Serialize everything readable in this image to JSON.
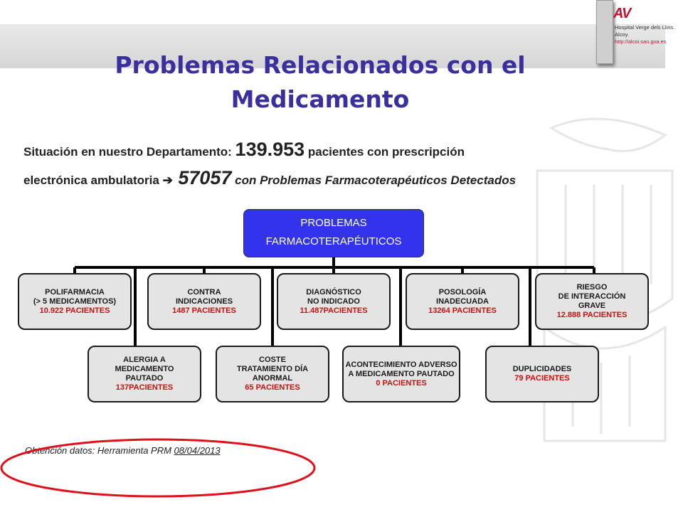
{
  "header": {
    "title_line1": "Problemas Relacionados con el",
    "title_line2": "Medicamento"
  },
  "logo": {
    "mark": "AV",
    "line1": "Hospital Verge dels Lliris.",
    "line2": "Alcoy.",
    "link": "http://alcoi.san.gva.es"
  },
  "intro": {
    "part1": "Situación en nuestro Departamento: ",
    "patients": "139.953",
    "part2": " pacientes con prescripción",
    "part3": "electrónica ambulatoria ",
    "arrow": "➔",
    "count": " 57057",
    "part4": " con Problemas Farmacoterapéuticos Detectados"
  },
  "root": {
    "line1": "PROBLEMAS",
    "line2": "FARMACOTERAPÉUTICOS"
  },
  "nodes_top": [
    {
      "lines": [
        "POLIFARMACIA",
        "(> 5 MEDICAMENTOS)"
      ],
      "count": "10.922 PACIENTES"
    },
    {
      "lines": [
        "CONTRA",
        "INDICACIONES"
      ],
      "count": "1487 PACIENTES"
    },
    {
      "lines": [
        "DIAGNÓSTICO",
        "NO INDICADO"
      ],
      "count": "11.487PACIENTES"
    },
    {
      "lines": [
        "POSOLOGÍA",
        "INADECUADA"
      ],
      "count": "13264 PACIENTES"
    },
    {
      "lines": [
        "RIESGO",
        "DE INTERACCIÓN",
        "GRAVE"
      ],
      "count": "12.888 PACIENTES"
    }
  ],
  "nodes_bottom": [
    {
      "lines": [
        "ALERGIA A",
        "MEDICAMENTO",
        "PAUTADO"
      ],
      "count": "137PACIENTES"
    },
    {
      "lines": [
        "COSTE",
        "TRATAMIENTO DÍA",
        "ANORMAL"
      ],
      "count": "65 PACIENTES"
    },
    {
      "lines": [
        "ACONTECIMIENTO ADVERSO",
        "A MEDICAMENTO PAUTADO"
      ],
      "count": "0 PACIENTES"
    },
    {
      "lines": [
        "DUPLICIDADES"
      ],
      "count": "79 PACIENTES"
    }
  ],
  "footnote": {
    "label": "Obtención datos:  Herramienta PRM ",
    "date": " 08/04/2013"
  },
  "colors": {
    "title": "#3a2f9e",
    "root_fill": "#3333ee",
    "count_red": "#cc1010",
    "ellipse": "#e0101a"
  }
}
